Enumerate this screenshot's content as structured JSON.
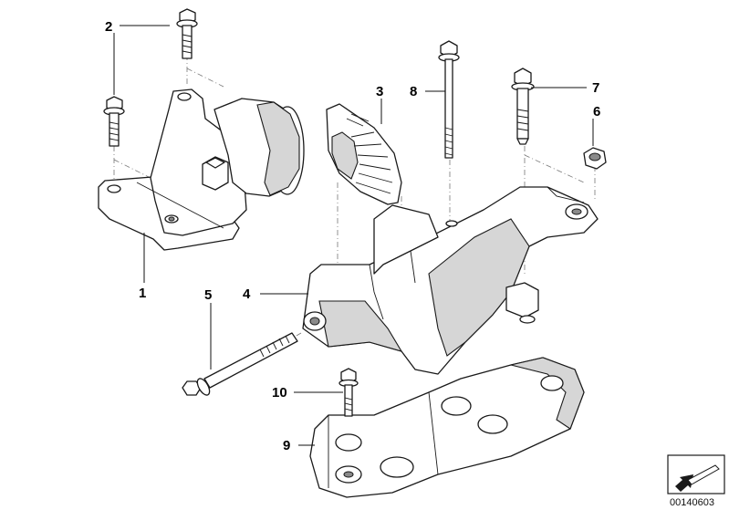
{
  "labels": {
    "n1": "1",
    "n2": "2",
    "n3": "3",
    "n4": "4",
    "n5": "5",
    "n6": "6",
    "n7": "7",
    "n8": "8",
    "n9": "9",
    "n10": "10"
  },
  "reference_code": "00140603",
  "colors": {
    "line": "#1a1a1a",
    "shade": "#d6d6d6",
    "background": "#ffffff"
  },
  "icons": {
    "logo": "direction-arrow-icon"
  }
}
